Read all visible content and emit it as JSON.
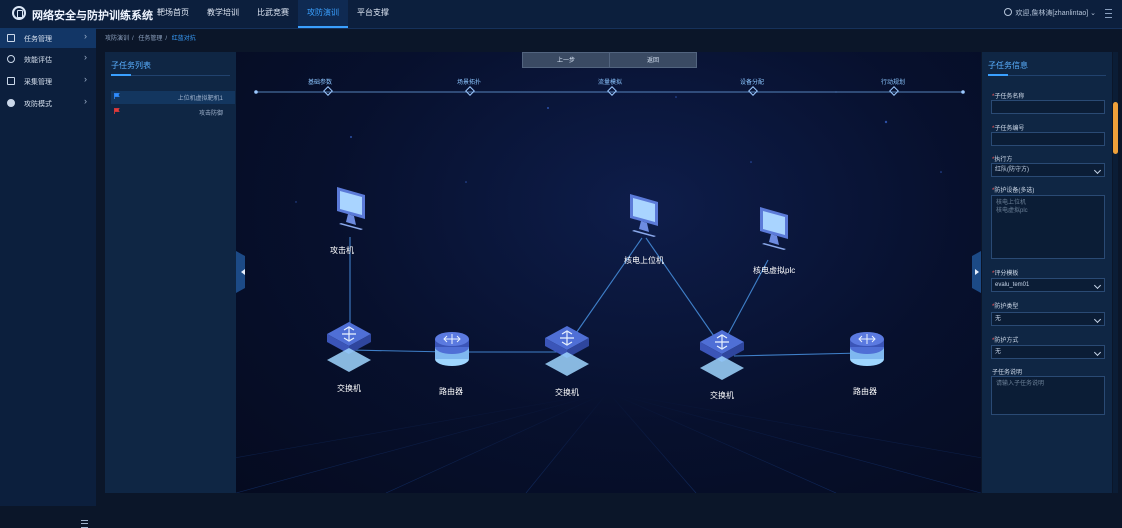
{
  "app": {
    "title": "网络安全与防护训练系统"
  },
  "nav": {
    "items": [
      {
        "label": "靶场首页"
      },
      {
        "label": "教学培训"
      },
      {
        "label": "比武竞赛"
      },
      {
        "label": "攻防演训",
        "active": true
      },
      {
        "label": "平台支撑"
      }
    ]
  },
  "user": {
    "welcome": "欢迎,詹林涛[zhanlintao]",
    "icon": "user-icon",
    "menu_icon": "menu-icon"
  },
  "sidebar": {
    "items": [
      {
        "label": "任务管理",
        "icon": "task-icon",
        "active": true
      },
      {
        "label": "效能评估",
        "icon": "evaluate-icon"
      },
      {
        "label": "采集管理",
        "icon": "collect-icon"
      },
      {
        "label": "攻防模式",
        "icon": "mode-icon"
      }
    ]
  },
  "breadcrumb": {
    "items": [
      "攻防演训",
      "任务管理",
      "红蓝对抗"
    ]
  },
  "task_list": {
    "title": "子任务列表",
    "items": [
      {
        "label": "上位机虚拟靶机1",
        "flag_color": "#2f8cff"
      },
      {
        "label": "攻击防御",
        "flag_color": "#e23a3a"
      }
    ]
  },
  "steps": {
    "prev_label": "上一步",
    "back_label": "返回",
    "items": [
      "基础参数",
      "场景拓扑",
      "流量模拟",
      "设备分配",
      "行动规划"
    ]
  },
  "topology": {
    "nodes": [
      {
        "label": "攻击机",
        "kind": "computer"
      },
      {
        "label": "核电上位机",
        "kind": "computer"
      },
      {
        "label": "核电虚拟plc",
        "kind": "computer"
      },
      {
        "label": "交换机",
        "kind": "switch"
      },
      {
        "label": "路由器",
        "kind": "router"
      },
      {
        "label": "交换机",
        "kind": "switch"
      },
      {
        "label": "交换机",
        "kind": "switch"
      },
      {
        "label": "路由器",
        "kind": "router"
      }
    ]
  },
  "subtask_info": {
    "title": "子任务信息",
    "fields": {
      "name": {
        "label": "子任务名称",
        "value": ""
      },
      "number": {
        "label": "子任务编号",
        "value": ""
      },
      "executor": {
        "label": "执行方",
        "value": "红队(防守方)"
      },
      "devices": {
        "label": "防护设备(多选)",
        "values": "核电上位机\n核电虚拟plc"
      },
      "template": {
        "label": "评分模板",
        "value": "evalu_tem01"
      },
      "protect_type": {
        "label": "防护类型",
        "value": "无"
      },
      "protect_method": {
        "label": "防护方式",
        "value": "无"
      },
      "description": {
        "label": "子任务说明",
        "placeholder": "请输入子任务说明"
      }
    }
  },
  "colors": {
    "accent": "#3aa0ff",
    "link": "#8cc6ff",
    "panel": "#0f2644"
  }
}
